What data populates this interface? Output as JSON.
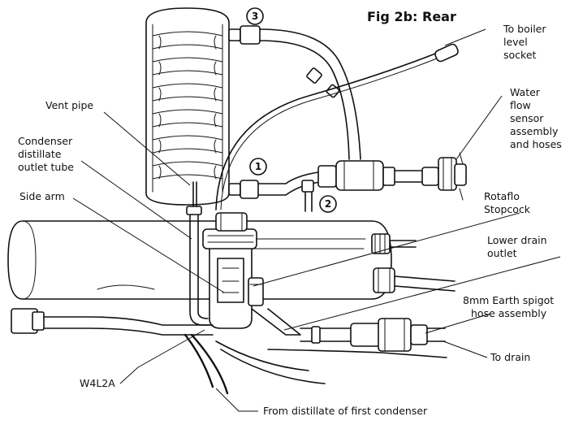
{
  "figure": {
    "title": "Fig 2b: Rear"
  },
  "connections": {
    "one": "1",
    "two": "2",
    "three": "3"
  },
  "labels": {
    "to_boiler_line1": "To boiler",
    "to_boiler_line2": "level",
    "to_boiler_line3": "socket",
    "water_flow_line1": "Water",
    "water_flow_line2": "flow",
    "water_flow_line3": "sensor",
    "water_flow_line4": "assembly",
    "water_flow_line5": "and hoses",
    "vent_pipe": "Vent pipe",
    "condenser_line1": "Condenser",
    "condenser_line2": "distillate",
    "condenser_line3": "outlet tube",
    "side_arm": "Side arm",
    "rotaflo_line1": "Rotaflo",
    "rotaflo_line2": "Stopcock",
    "lower_drain_line1": "Lower drain",
    "lower_drain_line2": "outlet",
    "earth_spigot_line1": "8mm Earth spigot",
    "earth_spigot_line2": "hose assembly",
    "to_drain": "To drain",
    "w4l2a": "W4L2A",
    "from_distillate": "From distillate of first condenser"
  }
}
